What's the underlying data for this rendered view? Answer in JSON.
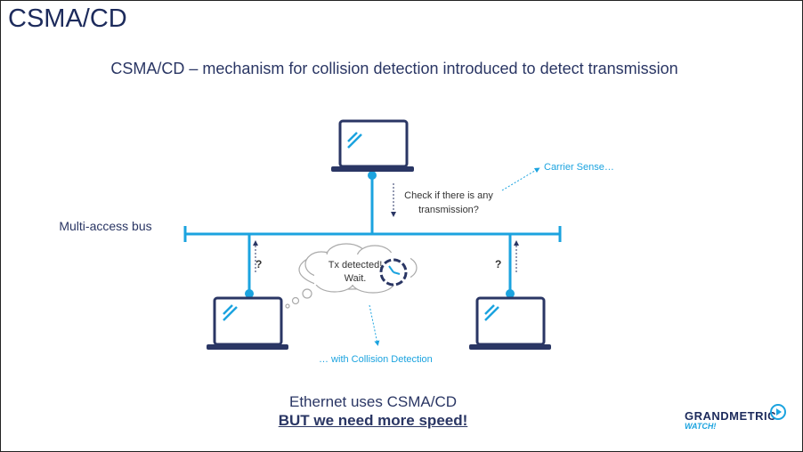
{
  "slide": {
    "title": "CSMA/CD",
    "subtitle": "CSMA/CD – mechanism for collision detection introduced to detect transmission"
  },
  "diagram": {
    "bus_label": "Multi-access bus",
    "check_text": "Check if there is any transmission?",
    "carrier_sense": "Carrier Sense…",
    "cloud_text": "Tx detected! Wait.",
    "collision_detection": "… with Collision Detection",
    "question_mark_left": "?",
    "question_mark_right": "?"
  },
  "footer": {
    "line1": "Ethernet uses CSMA/CD",
    "line2": "BUT we need more speed!"
  },
  "logo": {
    "brand": "GRANDMETRIC",
    "sub": "WATCH!"
  },
  "colors": {
    "navy": "#2a3664",
    "accent_blue": "#1ba3df"
  }
}
